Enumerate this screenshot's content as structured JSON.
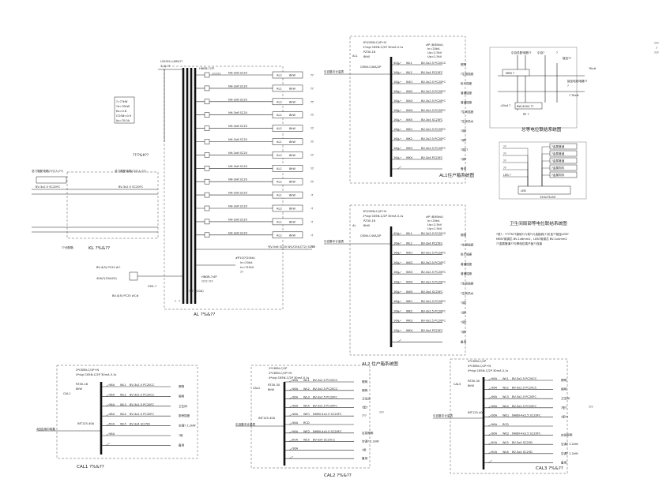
{
  "frame_note": [
    "???",
    "?",
    "???"
  ],
  "main_panel": {
    "title": "AL ?%&??",
    "top_cable": "LSSOH-L(Sfft)??",
    "top_size": "3(4)-??",
    "top_device": "HNDB-?/?P",
    "top_device_note": "??????",
    "legend_lines": [
      "?=??kW",
      "?d=?0kW",
      "Kx=0.8",
      "COSΦ=0.9",
      "Ijs=?0.0A"
    ],
    "incoming_note": "????&#??",
    "left_feed_1": "总门箱配电箱(?)引入(??)",
    "left_feed_2": "总门箱配电箱(?)引入(??)",
    "left_cable_1": "BV-3x2.5 SC20FC",
    "left_cable_2": "BV-3x2.5 SC20FC",
    "left_box_label": "??分配箱",
    "kl_label": "KL ?%&??",
    "spd_label": "BV-4(5) PC25 #C",
    "spd_note": "40A/?(25A/20)",
    "earth_label": "BV-4(5) PC25 #C#",
    "spare_label": "CM1-?",
    "bottom_device": "HNDB-?/4P",
    "bottom_note": "???? ???",
    "spare_breaker_label": "#P10/?(20kA)",
    "spare_breaker_notes": [
      "In=20kA",
      "Iu=?25kV",
      "??"
    ],
    "mid_breaker_label": "??? ?(40A)",
    "bottom_lbls": [
      "?",
      "?",
      "?"
    ],
    "circuits": [
      {
        "cable": "NH-3x6 SC20",
        "sw": "AL2",
        "kw": "8kW",
        "tag": "??"
      },
      {
        "cable": "NH-3x6 SC20",
        "sw": "AL1",
        "kw": "8kW",
        "tag": "??"
      },
      {
        "cable": "NH-3x6 SC20",
        "sw": "AL2",
        "kw": "8kW",
        "tag": "?T"
      },
      {
        "cable": "NH-3x6 SC20",
        "sw": "AL1",
        "kw": "8kW",
        "tag": "?T"
      },
      {
        "cable": "NH-3x6 SC20",
        "sw": "AL2",
        "kw": "8kW",
        "tag": "?T"
      },
      {
        "cable": "NH-3x6 SC20",
        "sw": "AL1",
        "kw": "8kW",
        "tag": "?T"
      },
      {
        "cable": "NH-3x6 SC20",
        "sw": "AL2",
        "kw": "8kW",
        "tag": "?T"
      },
      {
        "cable": "NH-3x6 SC20",
        "sw": "AL1",
        "kw": "8kW",
        "tag": "?T"
      },
      {
        "cable": "NH-3x6 SC20",
        "sw": "AL2",
        "kw": "8kW",
        "tag": "?T"
      },
      {
        "cable": "NH-3x6 SC20",
        "sw": "AL1",
        "kw": "8kW",
        "tag": "-T"
      },
      {
        "cable": "NH-3x6 SC20",
        "sw": "AL2",
        "kw": "8kW",
        "tag": "-T"
      },
      {
        "cable": "NH-3x6 SC20",
        "sw": "AL1",
        "kw": "8kW",
        "tag": "-T"
      },
      {
        "cable": "NH-3x6 SC20",
        "sw": "AL2",
        "kw": "8kW",
        "tag": "-T"
      }
    ],
    "last_cable": "YJV-5x6 SC40 WC/CE4(CT2) SC50",
    "last_tag": "???"
  },
  "al1": {
    "title": "AL1住户箱系统图",
    "box_label": "AL1",
    "header": [
      "1P(C65N-C)/P+N",
      "1*vigi C65N-C/2P 30mA 0.1s"
    ],
    "main_sw": "PZ30-16",
    "main_kw": "8kW",
    "feed": "C65N-C40A/2P",
    "feed_note": "引自集中计量表",
    "spd": [
      "#P (B/80kA)",
      "In=20kA",
      "Up=2.5kV",
      "Up<1.5kV"
    ],
    "rows": [
      {
        "a": "40A",
        "w": "WL1",
        "c": "BV-3x2.5 PC20CC",
        "u": "照明"
      },
      {
        "a": "16A",
        "w": "WL2",
        "c": "BV-3x4 PC25FC",
        "u": "?生厨插座"
      },
      {
        "a": "16A",
        "w": "WX1",
        "c": "BV-3x2.5 PC20FC",
        "u": "卧厅插座"
      },
      {
        "a": "16A",
        "w": "WX2",
        "c": "BV-3x2.5 PC20FC",
        "u": "普通插座"
      },
      {
        "a": "16A",
        "w": "WX3",
        "c": "BV-3x2.5 PC20FC",
        "u": "普通插座"
      },
      {
        "a": "16A",
        "w": "WX4",
        "c": "BV-3x2.5 PC20FC",
        "u": "?生间插座"
      },
      {
        "a": "16A",
        "w": "WX5",
        "c": "BV-3x4 SC25FC",
        "u": "?生间热水"
      },
      {
        "a": "16A",
        "w": "WK1",
        "c": "BV-3x2.5 PC20FC",
        "u": "?调?"
      },
      {
        "a": "16A",
        "w": "WK2",
        "c": "BV-3x2.5 PC20FC",
        "u": "?调?"
      },
      {
        "a": "16A",
        "w": "WK3",
        "c": "BV-3x2.5 PC20FC",
        "u": "?调??"
      },
      {
        "a": "16A",
        "w": "WK4",
        "c": "BV-3x4 PC25FC",
        "u": "?调?"
      },
      {
        "a": "",
        "w": "",
        "c": "",
        "u": "备用"
      }
    ]
  },
  "al2": {
    "title": "AL2 住户箱系统图",
    "box_label": "AL",
    "header": [
      "1P(C65N-C)/P+N",
      "1*vigi C65N-C/2P 30mA 0.1s"
    ],
    "main_sw": "PZ30-16",
    "main_kw": "8kW",
    "feed": "C65N-C40A/2P",
    "feed_note": "引自集中计量表",
    "spd": [
      "#P (B/80kA)",
      "In=20kA",
      "Up=2.5kV",
      "Up<1.5kV"
    ],
    "rows": [
      {
        "a": "40A",
        "w": "WL1",
        "c": "BV-3x2.5 PC20CC",
        "u": "照明"
      },
      {
        "a": "16A",
        "w": "WL2",
        "c": "BV-3x4 PC25FC",
        "u": "?生厨插座"
      },
      {
        "a": "16A",
        "w": "WX1",
        "c": "BV-3x2.5 PC20FC",
        "u": "卧厅插座"
      },
      {
        "a": "16A",
        "w": "WX2",
        "c": "BV-3x2.5 PC20FC",
        "u": "普通插座"
      },
      {
        "a": "16A",
        "w": "WX3",
        "c": "BV-3x2.5 PC20FC",
        "u": "普通插座"
      },
      {
        "a": "16A",
        "w": "WX4",
        "c": "BV-3x2.5 PC20FC",
        "u": "?生间插座"
      },
      {
        "a": "16A",
        "w": "WX5",
        "c": "BV-3x4 SC25FC",
        "u": "?生间热水"
      },
      {
        "a": "16A",
        "w": "WK1",
        "c": "BV-3x2.5 PC20FC",
        "u": "?调?"
      },
      {
        "a": "16A",
        "w": "WK2",
        "c": "BV-3x2.5 PC20FC",
        "u": "?调?"
      },
      {
        "a": "16A",
        "w": "WK3",
        "c": "BV-3x2.5 PC20FC",
        "u": "?调?"
      },
      {
        "a": "16A",
        "w": "WK4",
        "c": "BV-3x4 PC25FC",
        "u": "?调?"
      },
      {
        "a": "",
        "w": "",
        "c": "",
        "u": "备用"
      }
    ]
  },
  "equip": {
    "title": "总等电位联结系统图",
    "top_labels": [
      "引自总配电箱??",
      "引自?",
      "?",
      "接至??"
    ],
    "right_labels": [
      "?Kx#",
      "接至电线电路??",
      "?",
      "?-?Kx#"
    ],
    "box1": "MEB ?",
    "box2": "BW-40X4 ??",
    "left_label": "-40x4 ?",
    "bottom_label": "PE ?"
  },
  "bath": {
    "title": "卫生间局部等电位联结系统图",
    "left_labels": [
      "??",
      "??",
      "??",
      "??",
      "LEB ?"
    ],
    "right_labels": [
      "?金属管道",
      "?金属管道",
      "?金属管道",
      "?金属构件",
      "?金属构件"
    ],
    "box": "LEB",
    "box_note": "150x75x50",
    "note1": "?说?：???TN??接地?(?)将?(?)连接到(?)引至??接至LEB?",
    "note2": "MEB?用铜芯 BV-1x6mm2，LEB?用铜芯 BV-1x4mm2",
    "note3": "??金属管道??与等电位端子板??连接"
  },
  "cal1": {
    "title": "CAL1 ?%&??",
    "header": [
      "3*C65N-C/1P+N",
      "4*vigi C65N-C/2P 30mA 0.1s"
    ],
    "main_sw": "PZ30-18",
    "main_kw": "8kW",
    "box_label": "CAL1",
    "feed": "INT125-40A",
    "feed_note": "4回自用中转集",
    "rows": [
      {
        "a": "16A",
        "w": "WL1",
        "c": "BV-3x2.5 PC20CC",
        "u": "照明"
      },
      {
        "a": "16A",
        "w": "WL2",
        "c": "BV-3x2.5 PC20CC",
        "u": "照明"
      },
      {
        "a": "16A",
        "w": "WL3",
        "c": "BV-3x2.5 PC20FC",
        "u": "卫生间"
      },
      {
        "a": "16A",
        "w": "WL4",
        "c": "BV-3x2.5 PC20FC",
        "u": "厨房插座"
      },
      {
        "a": "20A",
        "w": "WL5",
        "c": "BV-3x4 SC25D",
        "u": "空调? 2.2kW"
      },
      {
        "a": "16A",
        "w": "",
        "c": "",
        "u": "?用"
      },
      {
        "a": "",
        "w": "",
        "c": "",
        "u": "备用"
      }
    ]
  },
  "cal2": {
    "title": "CAL2 ?%&??",
    "header": [
      "2*C65N-C/1P",
      "2*C65N-C/1P+N",
      "4*vigi C65N-C/2P 30mA 0.1s"
    ],
    "main_sw": "PZ30-30",
    "main_kw": "8kW",
    "box_label": "CAL2",
    "feed": "INT125-40A",
    "feed_note": "引自集中计量表",
    "rows": [
      {
        "a": "16A",
        "w": "WL1",
        "c": "BV-3x2.5 PC20CC",
        "u": "照明"
      },
      {
        "a": "16A",
        "w": "WL2",
        "c": "BV-3x2.5 PC20CC",
        "u": "照明"
      },
      {
        "a": "16A",
        "w": "WL3",
        "c": "BV-3x2.5 PC20FC",
        "u": "卫生间"
      },
      {
        "a": "16A",
        "w": "WL4",
        "c": "BV-3x2.5 PC20FC",
        "u": "?配?"
      },
      {
        "a": "16A",
        "w": "WE1",
        "c": "NHBV-4x2.5 SC20FC",
        "u": "???"
      },
      {
        "a": "16A",
        "w": "RCD",
        "c": "",
        "u": ""
      },
      {
        "a": "16A",
        "w": "WE2",
        "c": "NHBV-4x2.5 SC20FC",
        "u": "应急照明"
      },
      {
        "a": "20A",
        "w": "WL5",
        "c": "BV-3x4 SC25CC",
        "u": "空调? 2.2kW"
      },
      {
        "a": "16A",
        "w": "",
        "c": "",
        "u": "?用"
      },
      {
        "a": "",
        "w": "",
        "c": "",
        "u": "备用"
      }
    ],
    "side_note": "???"
  },
  "cal3": {
    "title": "CAL3 ?%&??",
    "header": [
      "2*C65N-C/1P",
      "4*C65N-C/1P+N",
      "4*vigi C65N-C/2P 30mA 0.1s"
    ],
    "main_sw": "PZ30-30",
    "main_kw": "8kW",
    "box_label": "CAL3",
    "feed": "INT125-40A",
    "feed_note": "引自集中计量表",
    "rows": [
      {
        "a": "16A",
        "w": "WL1",
        "c": "BV-3x2.5 PC20CC",
        "u": "照明"
      },
      {
        "a": "16A",
        "w": "WL2",
        "c": "BV-3x2.5 PC20CC",
        "u": "照明"
      },
      {
        "a": "16A",
        "w": "WL3",
        "c": "BV-3x2.5 PC20FC",
        "u": "卫生间"
      },
      {
        "a": "16A",
        "w": "WL4",
        "c": "BV-3x2.5 PC20FC",
        "u": "?配?"
      },
      {
        "a": "16A",
        "w": "WE1",
        "c": "NHBV-4x2.5 SC20FC",
        "u": "?配??"
      },
      {
        "a": "16A",
        "w": "RCD",
        "c": "",
        "u": ""
      },
      {
        "a": "16A",
        "w": "WE2",
        "c": "NHBV-4x2.5 SC20FC",
        "u": "应急照明"
      },
      {
        "a": "20A",
        "w": "WL5",
        "c": "BV-3x4 SC25D",
        "u": "空调? 2.2kW"
      },
      {
        "a": "20A",
        "w": "WL6",
        "c": "BV-3x4 SC25D",
        "u": "空调? 2.2kW"
      },
      {
        "a": "",
        "w": "",
        "c": "",
        "u": "备用"
      }
    ],
    "side_note": "???"
  }
}
